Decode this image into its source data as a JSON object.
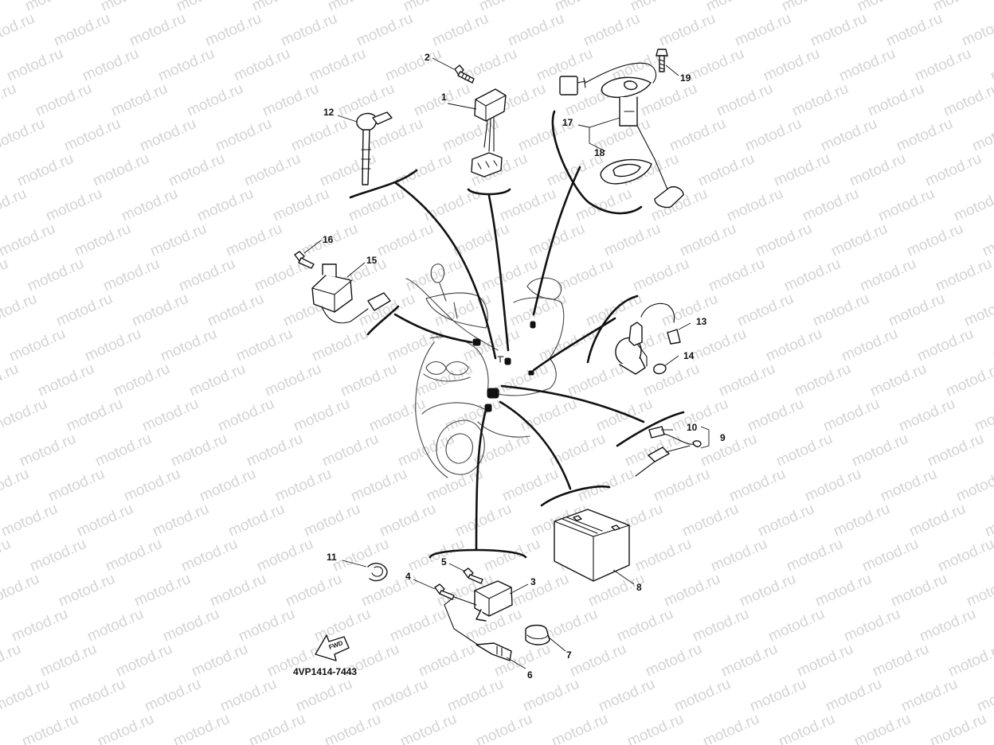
{
  "watermark": {
    "text": "motod.ru"
  },
  "diagram": {
    "reference_code": "4VP1414-7443",
    "fwd_label": "FWD",
    "callouts": [
      {
        "id": "1",
        "label": "1"
      },
      {
        "id": "2",
        "label": "2"
      },
      {
        "id": "3",
        "label": "3"
      },
      {
        "id": "4",
        "label": "4"
      },
      {
        "id": "5",
        "label": "5"
      },
      {
        "id": "6",
        "label": "6"
      },
      {
        "id": "7",
        "label": "7"
      },
      {
        "id": "8",
        "label": "8"
      },
      {
        "id": "9",
        "label": "9"
      },
      {
        "id": "10",
        "label": "10"
      },
      {
        "id": "11",
        "label": "11"
      },
      {
        "id": "12",
        "label": "12"
      },
      {
        "id": "13",
        "label": "13"
      },
      {
        "id": "14",
        "label": "14"
      },
      {
        "id": "15",
        "label": "15"
      },
      {
        "id": "16",
        "label": "16"
      },
      {
        "id": "17",
        "label": "17"
      },
      {
        "id": "18",
        "label": "18"
      },
      {
        "id": "19",
        "label": "19"
      }
    ]
  }
}
